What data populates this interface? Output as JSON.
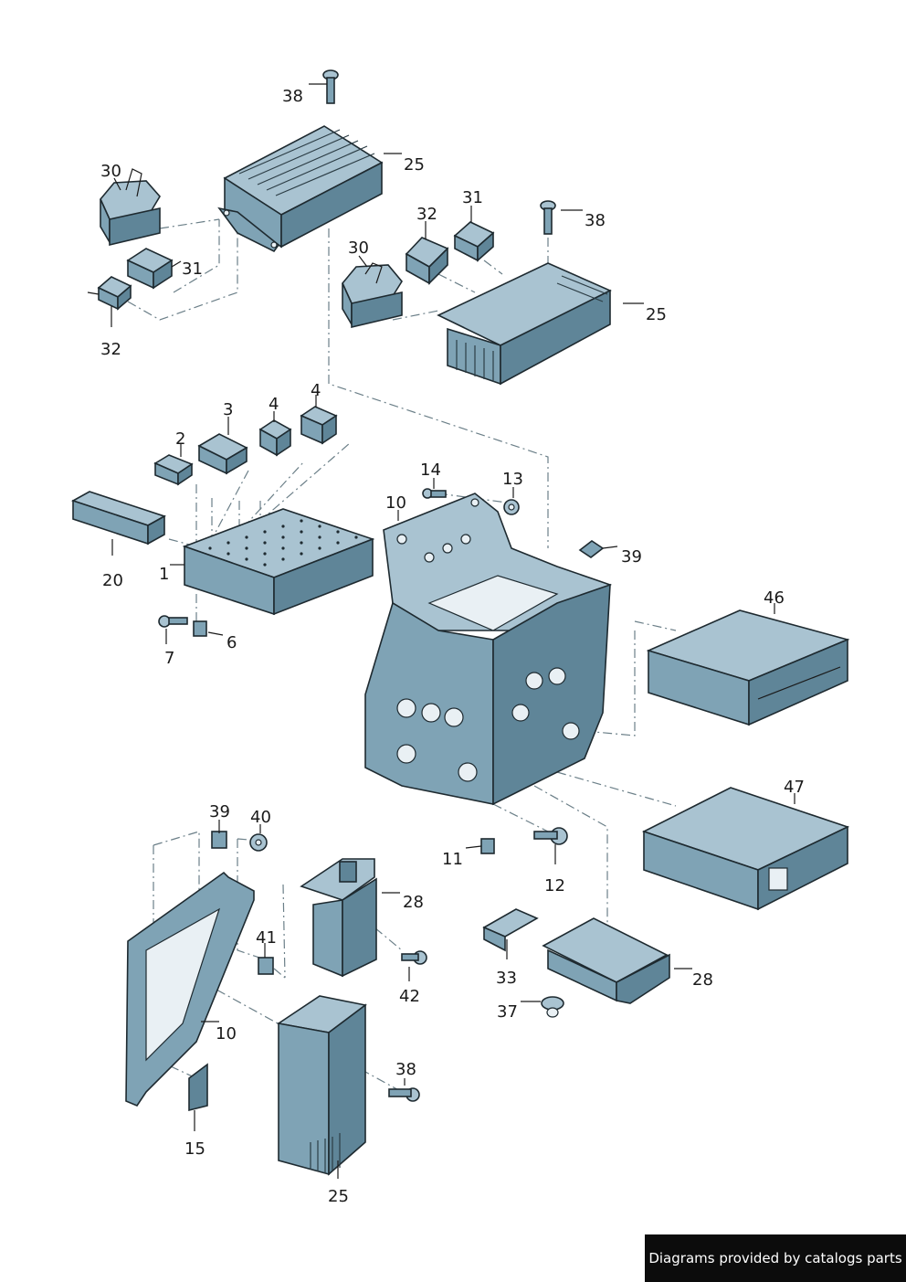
{
  "credit": "Diagrams provided by catalogs parts",
  "callouts": {
    "c38a": "38",
    "c25a": "25",
    "c30a": "30",
    "c31a": "31",
    "c32a": "32",
    "c31b": "31",
    "c32b": "32",
    "c38b": "38",
    "c30b": "30",
    "c25b": "25",
    "c3": "3",
    "c4a": "4",
    "c4b": "4",
    "c2": "2",
    "c20": "20",
    "c1": "1",
    "c7": "7",
    "c6": "6",
    "c14": "14",
    "c13": "13",
    "c10a": "10",
    "c39a": "39",
    "c46": "46",
    "c47": "47",
    "c11": "11",
    "c12": "12",
    "c39b": "39",
    "c40": "40",
    "c28a": "28",
    "c41": "41",
    "c42": "42",
    "c10b": "10",
    "c15": "15",
    "c38c": "38",
    "c25c": "25",
    "c33": "33",
    "c28b": "28",
    "c37": "37"
  }
}
